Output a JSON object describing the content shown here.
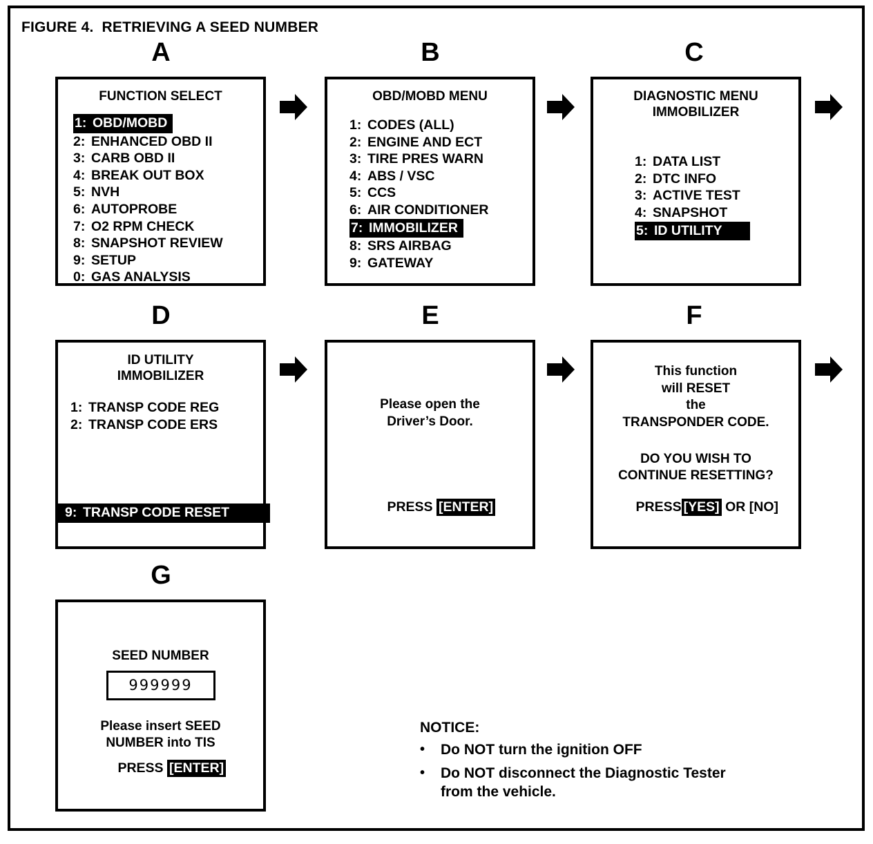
{
  "figure": {
    "title": "FIGURE 4.  RETRIEVING A SEED NUMBER"
  },
  "panels": [
    {
      "letter": "A",
      "title": "FUNCTION SELECT",
      "items": [
        {
          "num": "1:",
          "label": "OBD/MOBD",
          "highlighted": true
        },
        {
          "num": "2:",
          "label": "ENHANCED OBD II",
          "highlighted": false
        },
        {
          "num": "3:",
          "label": "CARB OBD II",
          "highlighted": false
        },
        {
          "num": "4:",
          "label": "BREAK OUT BOX",
          "highlighted": false
        },
        {
          "num": "5:",
          "label": "NVH",
          "highlighted": false
        },
        {
          "num": "6:",
          "label": "AUTOPROBE",
          "highlighted": false
        },
        {
          "num": "7:",
          "label": "O2 RPM CHECK",
          "highlighted": false
        },
        {
          "num": "8:",
          "label": "SNAPSHOT REVIEW",
          "highlighted": false
        },
        {
          "num": "9:",
          "label": "SETUP",
          "highlighted": false
        },
        {
          "num": "0:",
          "label": "GAS ANALYSIS",
          "highlighted": false
        }
      ]
    },
    {
      "letter": "B",
      "title": "OBD/MOBD MENU",
      "items": [
        {
          "num": "1:",
          "label": "CODES (ALL)",
          "highlighted": false
        },
        {
          "num": "2:",
          "label": "ENGINE AND ECT",
          "highlighted": false
        },
        {
          "num": "3:",
          "label": "TIRE PRES WARN",
          "highlighted": false
        },
        {
          "num": "4:",
          "label": "ABS / VSC",
          "highlighted": false
        },
        {
          "num": "5:",
          "label": "CCS",
          "highlighted": false
        },
        {
          "num": "6:",
          "label": "AIR CONDITIONER",
          "highlighted": false
        },
        {
          "num": "7:",
          "label": "IMMOBILIZER",
          "highlighted": true
        },
        {
          "num": "8:",
          "label": "SRS AIRBAG",
          "highlighted": false
        },
        {
          "num": "9:",
          "label": "GATEWAY",
          "highlighted": false
        }
      ]
    },
    {
      "letter": "C",
      "title": "DIAGNOSTIC MENU\nIMMOBILIZER",
      "items": [
        {
          "num": "1:",
          "label": "DATA LIST",
          "highlighted": false
        },
        {
          "num": "2:",
          "label": "DTC INFO",
          "highlighted": false
        },
        {
          "num": "3:",
          "label": "ACTIVE TEST",
          "highlighted": false
        },
        {
          "num": "4:",
          "label": "SNAPSHOT",
          "highlighted": false
        },
        {
          "num": "5:",
          "label": "ID UTILITY",
          "highlighted": true
        }
      ]
    },
    {
      "letter": "D",
      "title": "ID UTILITY\nIMMOBILIZER",
      "items": [
        {
          "num": "1:",
          "label": "TRANSP CODE REG",
          "highlighted": false
        },
        {
          "num": "2:",
          "label": "TRANSP CODE ERS",
          "highlighted": false
        }
      ],
      "footer_item": {
        "num": "9:",
        "label": "TRANSP CODE RESET",
        "highlighted": true
      }
    },
    {
      "letter": "E",
      "message": "Please open the\nDriver’s Door.",
      "press_prefix": "PRESS ",
      "press_key": "[ENTER]",
      "press_suffix": ""
    },
    {
      "letter": "F",
      "message": "This function\nwill RESET\nthe\nTRANSPONDER CODE.",
      "message2": "DO YOU WISH TO\nCONTINUE RESETTING?",
      "press_prefix": "PRESS",
      "press_key": "[YES]",
      "press_suffix": " OR [NO]"
    },
    {
      "letter": "G",
      "seed_label": "SEED NUMBER",
      "seed_value": "999999",
      "message": "Please insert SEED\nNUMBER into TIS",
      "press_prefix": "PRESS ",
      "press_key": "[ENTER]",
      "press_suffix": ""
    }
  ],
  "notice": {
    "title": "NOTICE:",
    "bullet": "•",
    "items": [
      "Do NOT turn the ignition OFF",
      "Do NOT disconnect the Diagnostic Tester\nfrom the vehicle."
    ]
  }
}
